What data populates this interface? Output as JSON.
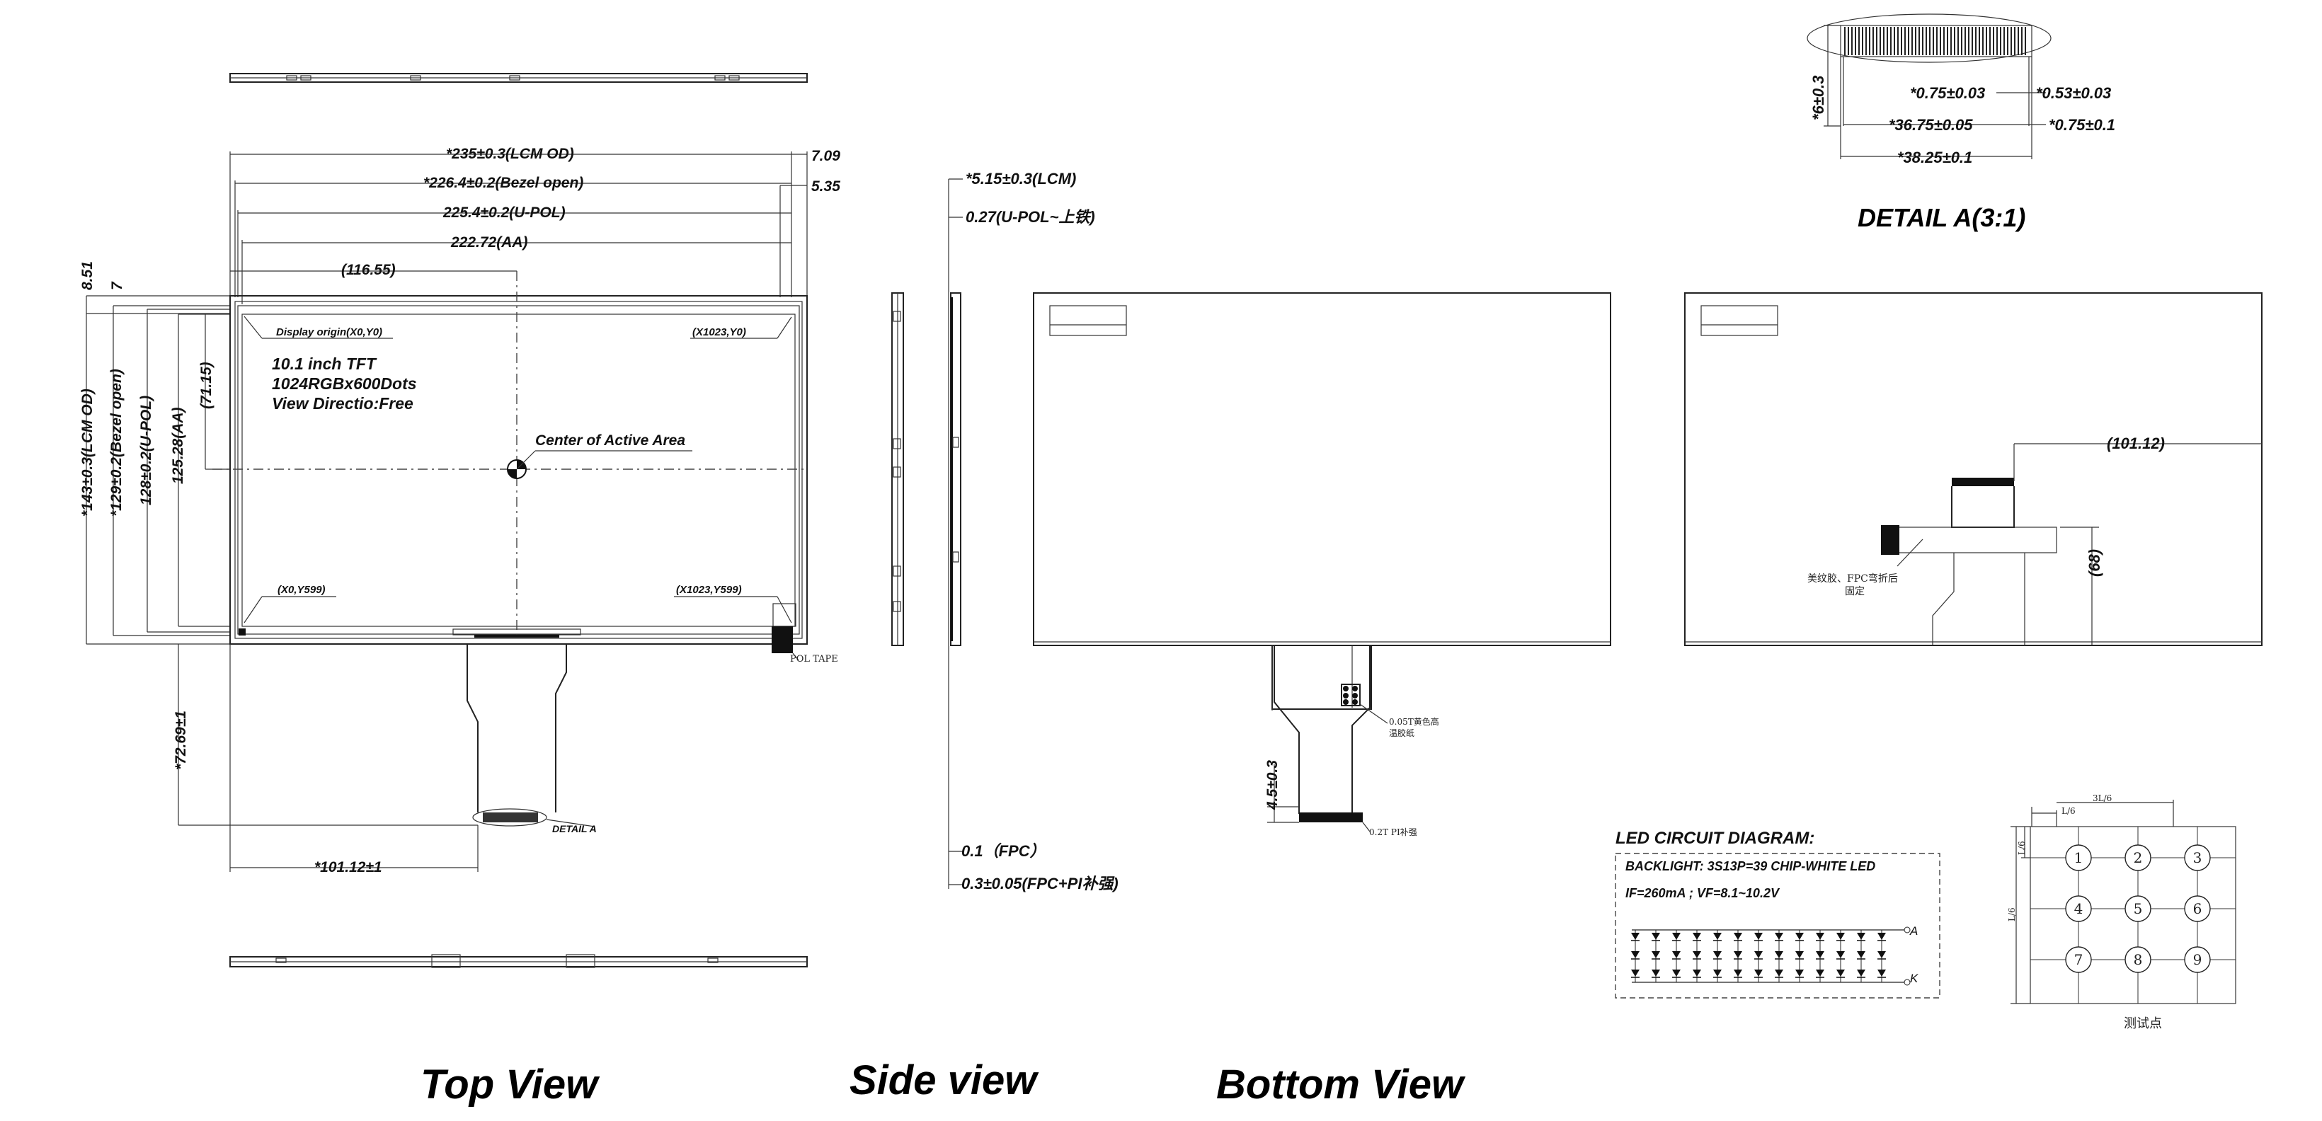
{
  "top_view": {
    "dims": {
      "lcm_od_w": "*235±0.3(LCM OD)",
      "bezel_w": "*226.4±0.2(Bezel open)",
      "upol_w": "225.4±0.2(U-POL)",
      "aa_w": "222.72(AA)",
      "center_x": "(116.55)",
      "right_7_09": "7.09",
      "right_5_35": "5.35",
      "left_8_51": "8.51",
      "left_7": "7",
      "lcm_od_h": "*143±0.3(LCM OD)",
      "bezel_h": "*129±0.2(Bezel open)",
      "upol_h": "128±0.2(U-POL)",
      "aa_h": "125.28(AA)",
      "center_y": "(71.15)",
      "fpc_len": "*72.69±1",
      "fpc_off": "*101.12±1"
    },
    "labels": {
      "origin": "Display origin(X0,Y0)",
      "tr": "(X1023,Y0)",
      "bl": "(X0,Y599)",
      "br": "(X1023,Y599)",
      "spec_1": "10.1 inch TFT",
      "spec_2": "1024RGBx600Dots",
      "spec_3": "View Directio:Free",
      "center": "Center of Active Area",
      "detail_a": "DETAIL A",
      "pol_tape": "POL TAPE"
    }
  },
  "side_view": {
    "lcm": "*5.15±0.3(LCM)",
    "upol": "0.27(U-POL~上铁)",
    "fpc": "0.1（FPC）",
    "fpc_pi": "0.3±0.05(FPC+PI补强)"
  },
  "detail": {
    "title": "DETAIL A(3:1)",
    "h": "*6±0.3",
    "d1": "*0.75±0.03",
    "d2": "*0.53±0.03",
    "d3": "*36.75±0.05",
    "d4": "*0.75±0.1",
    "d5": "*38.25±0.1"
  },
  "bottom_view": {
    "stiff_h": "4.5±0.3",
    "note_1": "0.05T黄色高",
    "note_2": "温胶纸",
    "pi_note": "0.2T PI补强",
    "dim_right": "(101.12)",
    "dim_v": "(68)",
    "cn_note_1": "美纹胶、FPC弯折后",
    "cn_note_2": "固定"
  },
  "led": {
    "title": "LED CIRCUIT DIAGRAM:",
    "line1": "BACKLIGHT: 3S13P=39 CHIP-WHITE LED",
    "line2": "IF=260mA ; VF=8.1~10.2V",
    "anode": "A",
    "cathode": "K"
  },
  "test_points": {
    "nums": [
      "1",
      "2",
      "3",
      "4",
      "5",
      "6",
      "7",
      "8",
      "9"
    ],
    "caption": "测试点",
    "dim_a": "3L/6",
    "dim_b": "L/6",
    "dim_c": "L/6",
    "dim_d": "L/6"
  },
  "view_titles": {
    "top": "Top View",
    "side": "Side view",
    "bottom": "Bottom View"
  },
  "colors": {
    "line": "#222222",
    "fill": "#111111",
    "background": "#ffffff"
  }
}
